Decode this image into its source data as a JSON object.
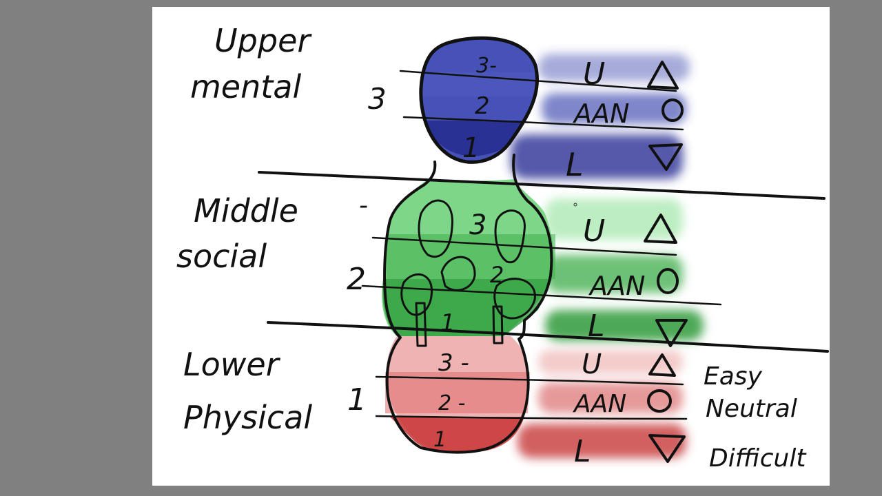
{
  "colors": {
    "upper": "#3c47ad",
    "middle": "#33b43f",
    "lower": "#cf3b3b",
    "ink": "#111111",
    "background": "#808080",
    "paper": "#ffffff"
  },
  "sections": {
    "upper": {
      "title_line1": "Upper",
      "title_line2": "mental",
      "score": "3",
      "levels": {
        "top": "3-",
        "mid": "2",
        "bottom": "1"
      }
    },
    "middle": {
      "title_line1": "Middle",
      "title_line2": "social",
      "score": "2",
      "marks": {
        "top": "-",
        "mid": "-"
      },
      "levels": {
        "top": "3",
        "mid": "2",
        "bottom": "1"
      }
    },
    "lower": {
      "title_line1": "Lower",
      "title_line2": "Physical",
      "score": "1",
      "levels": {
        "top": "3 -",
        "mid": "2 -",
        "bottom": "1"
      }
    }
  },
  "row_labels": {
    "upper": "U",
    "neutral": "AAN",
    "lower": "L"
  },
  "symbols": {
    "up": "triangle-up",
    "neutral": "circle",
    "down": "triangle-down"
  },
  "legend": {
    "easy": "Easy",
    "neutral": "Neutral",
    "difficult": "Difficult"
  }
}
